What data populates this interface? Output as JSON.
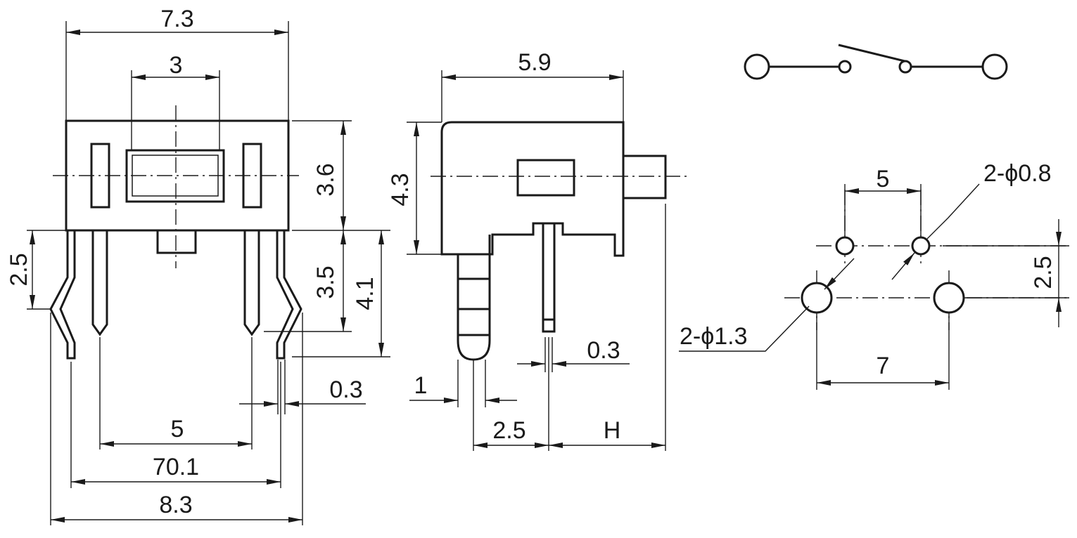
{
  "front_view": {
    "width_top": "7.3",
    "actuator_window": "3",
    "body_height": "3.6",
    "pin_bend_height": "2.5",
    "pin_length": "3.5",
    "pin_total": "4.1",
    "pin_thickness": "0.3",
    "pin_pitch": "5",
    "outer_pin_span": "70.1",
    "overall_width": "8.3"
  },
  "side_view": {
    "depth": "5.9",
    "height": "4.3",
    "pin_thickness": "0.3",
    "step": "1",
    "pin_offset": "2.5",
    "actuator_height": "H"
  },
  "pcb_layout": {
    "small_hole_pitch": "5",
    "small_hole_spec": "2-ϕ0.8",
    "row_spacing": "2.5",
    "large_hole_spec": "2-ϕ1.3",
    "large_hole_pitch": "7"
  }
}
